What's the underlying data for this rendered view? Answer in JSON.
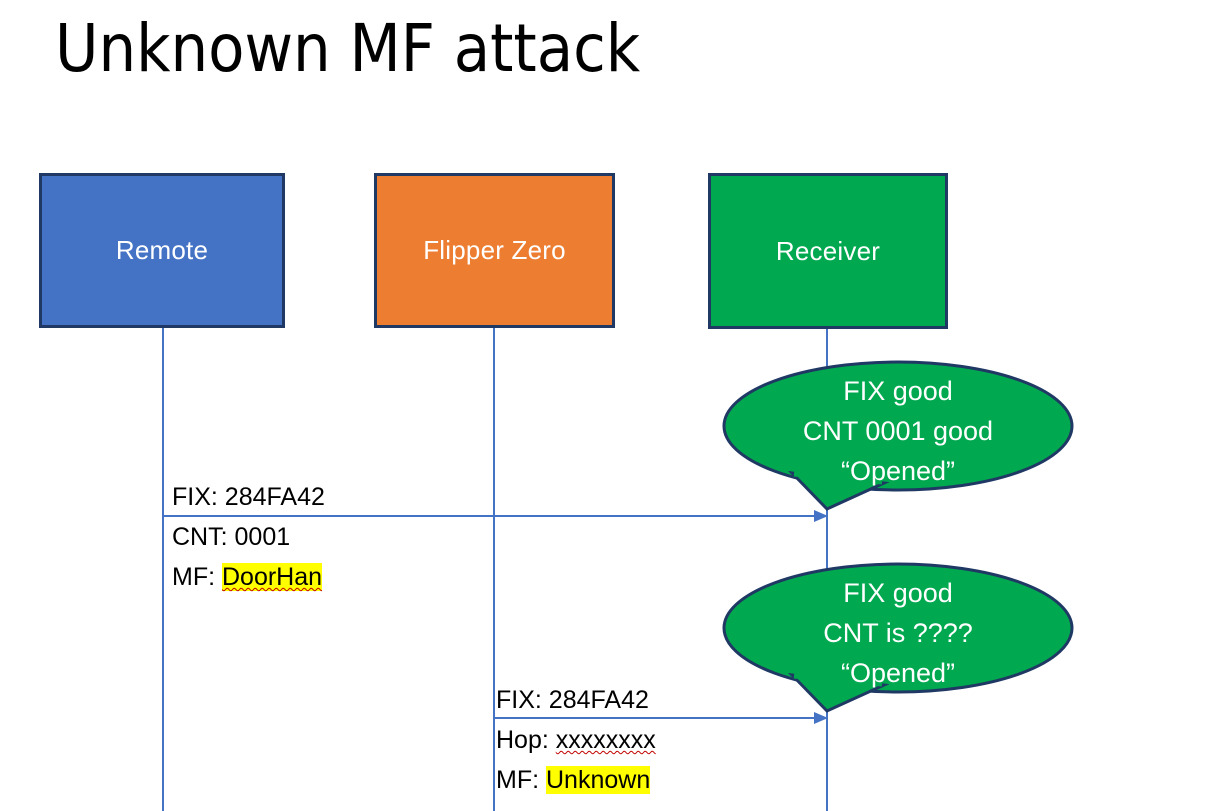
{
  "slide": {
    "title": "Unknown MF attack",
    "background_color": "#FFFFFF"
  },
  "colors": {
    "remote_blue": "#4472C4",
    "flipper_orange": "#ED7D31",
    "receiver_green": "#00A94F",
    "box_border": "#1F3864",
    "arrow_blue": "#4472C4",
    "highlight_yellow": "#FFFF00",
    "spellcheck_red": "#C00000",
    "text_black": "#000000",
    "text_white": "#FFFFFF"
  },
  "actors": [
    {
      "id": "remote",
      "label": "Remote"
    },
    {
      "id": "flipper",
      "label": "Flipper Zero"
    },
    {
      "id": "receiver",
      "label": "Receiver"
    }
  ],
  "messages": [
    {
      "id": "remote-to-receiver",
      "from": "remote",
      "to": "receiver",
      "lines": [
        {
          "label": "FIX:",
          "value": "284FA42",
          "highlight": false,
          "spellcheck_flag": false
        },
        {
          "label": "CNT:",
          "value": "0001",
          "highlight": false,
          "spellcheck_flag": false
        },
        {
          "label": "MF:",
          "value": "DoorHan",
          "highlight": true,
          "spellcheck_flag": true
        }
      ]
    },
    {
      "id": "flipper-to-receiver",
      "from": "flipper",
      "to": "receiver",
      "lines": [
        {
          "label": "FIX:",
          "value": "284FA42",
          "highlight": false,
          "spellcheck_flag": false
        },
        {
          "label": "Hop:",
          "value": "xxxxxxxx",
          "highlight": false,
          "spellcheck_flag": true
        },
        {
          "label": "MF:",
          "value": "Unknown",
          "highlight": true,
          "spellcheck_flag": false
        }
      ]
    }
  ],
  "bubbles": [
    {
      "id": "bubble-first-reply",
      "line1": "FIX good",
      "line2": "CNT 0001 good",
      "line3": "“Opened”"
    },
    {
      "id": "bubble-second-reply",
      "line1": "FIX good",
      "line2": "CNT is ????",
      "line3": "“Opened”"
    }
  ]
}
